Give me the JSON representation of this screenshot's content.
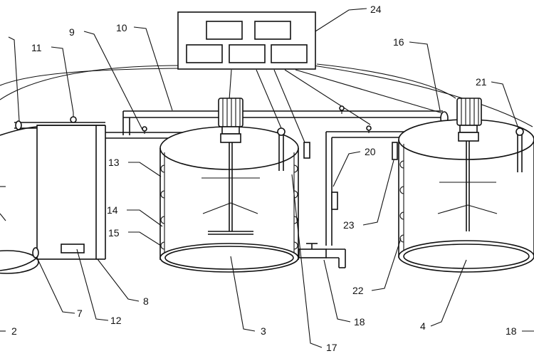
{
  "labels": {
    "l2": "2",
    "l3": "3",
    "l4": "4",
    "l7": "7",
    "l8": "8",
    "l9": "9",
    "l10": "10",
    "l11": "11",
    "l12": "12",
    "l13": "13",
    "l14": "14",
    "l15": "15",
    "l16": "16",
    "l17": "17",
    "l18a": "18",
    "l18b": "18",
    "l20": "20",
    "l21": "21",
    "l22": "22",
    "l23": "23",
    "l24": "24"
  }
}
